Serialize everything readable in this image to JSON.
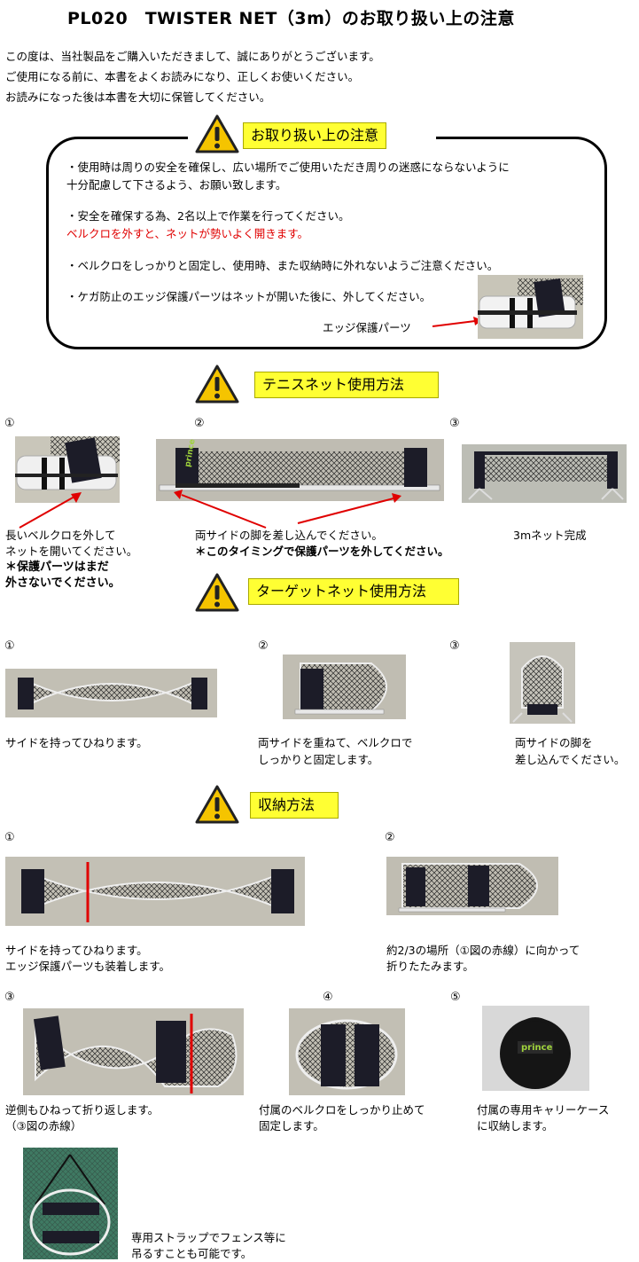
{
  "title": "PL020　TWISTER NET（3m）のお取り扱い上の注意",
  "intro": [
    "この度は、当社製品をご購入いただきまして、誠にありがとうございます。",
    "ご使用になる前に、本書をよくお読みになり、正しくお使いください。",
    "お読みになった後は本書を大切に保管してください。"
  ],
  "caution": {
    "heading": "お取り扱い上の注意",
    "items": [
      "・使用時は周りの安全を確保し、広い場所でご使用いただき周りの迷惑にならないように",
      "十分配慮して下さるよう、お願い致します。",
      "・安全を確保する為、2名以上で作業を行ってください。",
      "ベルクロを外すと、ネットが勢いよく開きます。",
      "・ベルクロをしっかりと固定し、使用時、また収納時に外れないようご注意ください。",
      "・ケガ防止のエッジ保護パーツはネットが開いた後に、外してください。"
    ],
    "edge_label": "エッジ保護パーツ"
  },
  "tennis": {
    "heading": "テニスネット使用方法",
    "nums": [
      "①",
      "②",
      "③"
    ],
    "step1": [
      "長いベルクロを外して",
      "ネットを開いてください。",
      "＊保護パーツはまだ",
      "外さないでください。"
    ],
    "step2": [
      "両サイドの脚を差し込んでください。",
      "＊このタイミングで保護パーツを外してください。"
    ],
    "step3": "3mネット完成"
  },
  "target": {
    "heading": "ターゲットネット使用方法",
    "nums": [
      "①",
      "②",
      "③"
    ],
    "step1": "サイドを持ってひねります。",
    "step2": [
      "両サイドを重ねて、ベルクロで",
      "しっかりと固定します。"
    ],
    "step3": [
      "両サイドの脚を",
      "差し込んでください。"
    ]
  },
  "storage": {
    "heading": "収納方法",
    "nums": [
      "①",
      "②",
      "③",
      "④",
      "⑤"
    ],
    "step1": [
      "サイドを持ってひねります。",
      "エッジ保護パーツも装着します。"
    ],
    "step2": [
      "約2/3の場所（①図の赤線）に向かって",
      "折りたたみます。"
    ],
    "step3": [
      "逆側もひねって折り返します。",
      "（③図の赤線）"
    ],
    "step4": [
      "付属のベルクロをしっかり止めて",
      "固定します。"
    ],
    "step5": [
      "付属の専用キャリーケース",
      "に収納します。"
    ],
    "hang": [
      "専用ストラップでフェンス等に",
      "吊るすことも可能です。"
    ]
  },
  "brand_text": "prince",
  "colors": {
    "highlight": "#ffff33",
    "accent_red": "#e00000",
    "net_lime": "#9fd23c"
  }
}
